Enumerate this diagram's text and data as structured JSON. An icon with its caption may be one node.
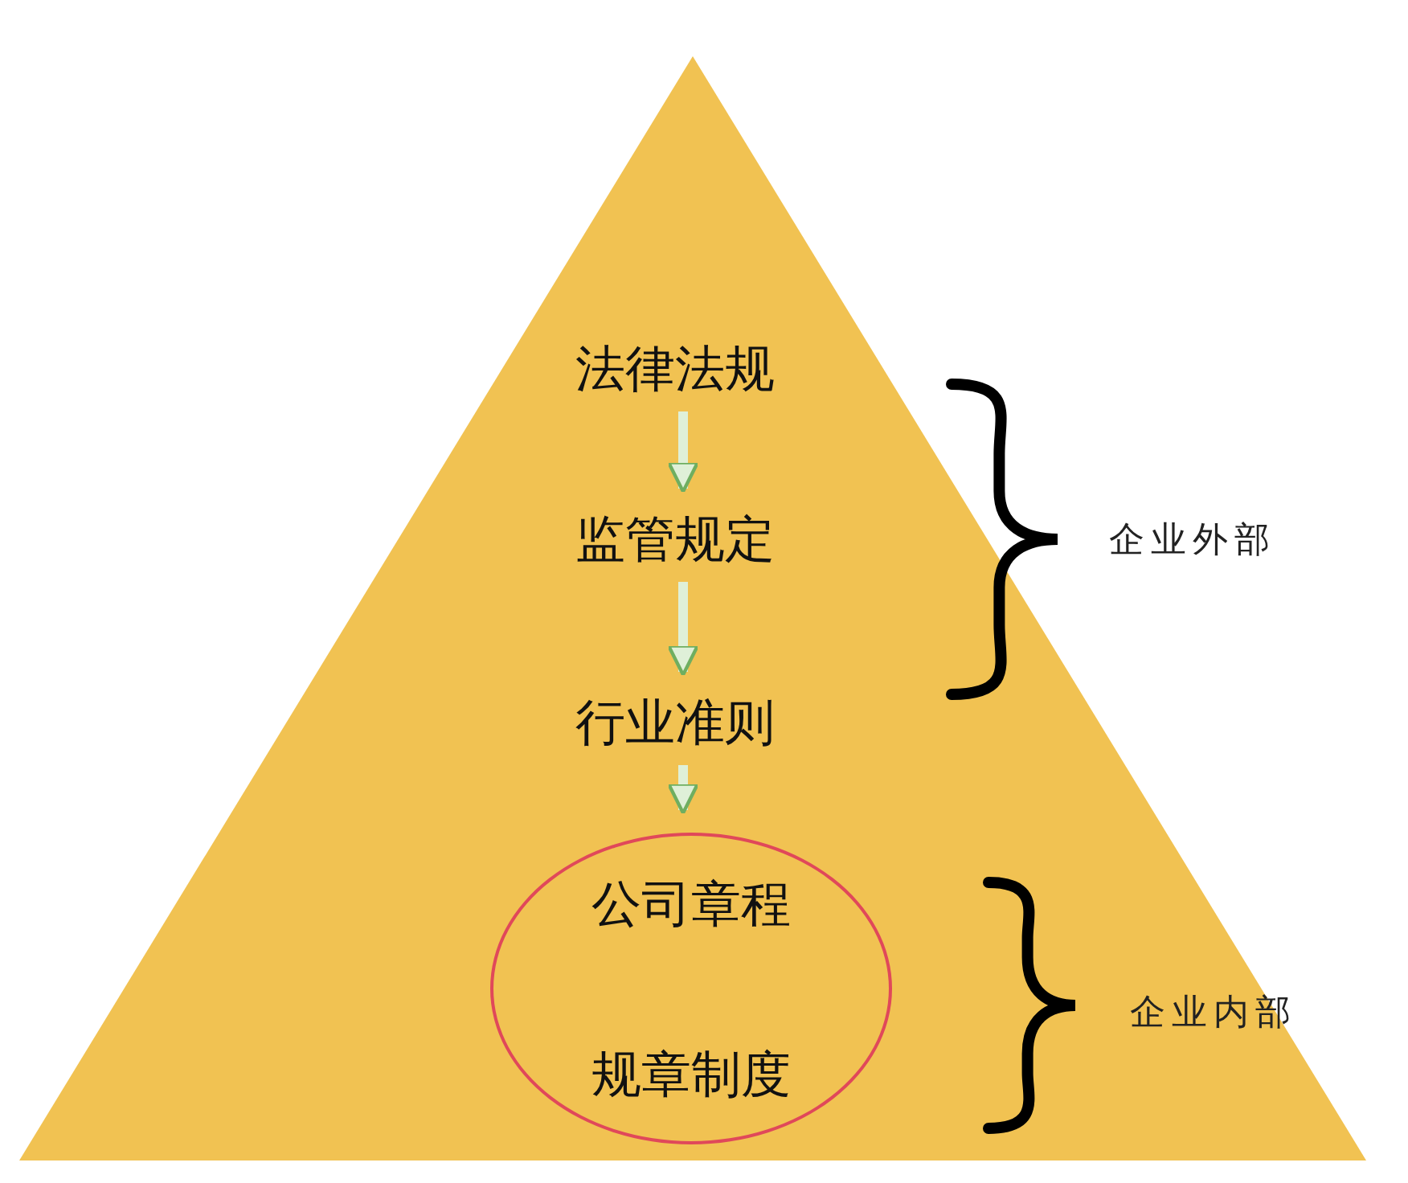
{
  "diagram": {
    "nodes": [
      {
        "text": [],
        "shape": "triangle"
      },
      {
        "text": [
          "法律法规"
        ],
        "in": 0
      },
      {
        "text": [
          "监管规定"
        ],
        "in": 0
      },
      {
        "text": [
          "行业准则"
        ],
        "in": 0
      },
      {
        "text": [
          "公司章程",
          "规章制度"
        ],
        "in": 0
      }
    ],
    "edges": [
      {
        "from": 1,
        "to": 2,
        "arrow": "to"
      },
      {
        "from": 2,
        "to": 3,
        "arrow": "to"
      },
      {
        "from": 3,
        "to": 4,
        "arrow": "to"
      }
    ],
    "labels": [
      "企业外部",
      "企业内部"
    ]
  }
}
